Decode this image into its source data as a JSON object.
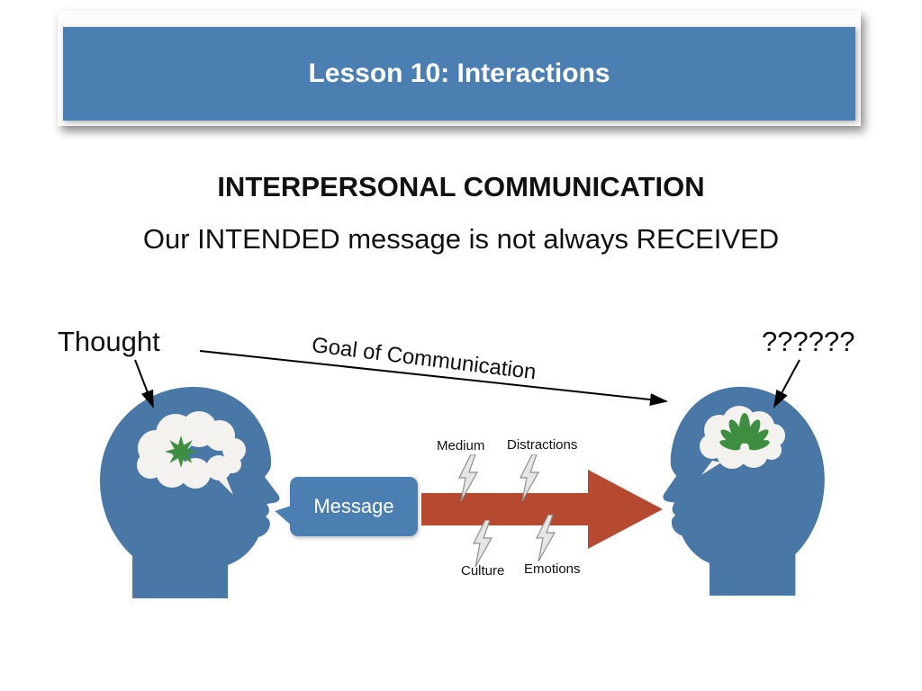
{
  "slide": {
    "banner_title": "Lesson 10: Interactions",
    "heading": "INTERPERSONAL COMMUNICATION",
    "subheading": "Our INTENDED message is not always RECEIVED"
  },
  "diagram": {
    "thought_label": "Thought",
    "received_label": "??????",
    "goal_label": "Goal of Communication",
    "message_label": "Message",
    "barriers": [
      "Medium",
      "Distractions",
      "Culture",
      "Emotions"
    ],
    "colors": {
      "banner_blue": "#4b7fb1",
      "head_blue": "#4978a6",
      "bubble_blue": "#4b7fb1",
      "arrow_red": "#b54a31",
      "brain_white": "#f4f2ee",
      "idea_green": "#3e8e41",
      "bolt_gray": "#e6e6e6",
      "text_black": "#111111"
    }
  }
}
